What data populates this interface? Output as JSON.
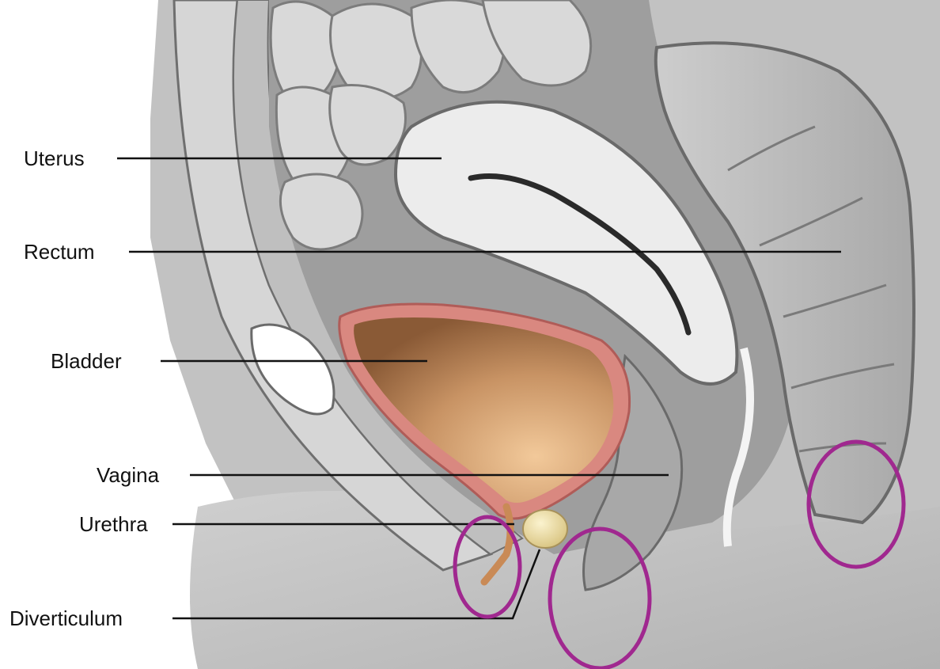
{
  "labels": {
    "uterus": "Uterus",
    "rectum": "Rectum",
    "bladder": "Bladder",
    "vagina": "Vagina",
    "urethra": "Urethra",
    "diverticulum": "Diverticulum"
  },
  "colors": {
    "highlight_circle": "#a0288f",
    "bladder_wall": "#d98880",
    "bladder_fill": "#b9875a",
    "diverticulum_fill": "#ecdca0",
    "tissue_gray": "#bdbdbd"
  },
  "highlight_count": 3
}
